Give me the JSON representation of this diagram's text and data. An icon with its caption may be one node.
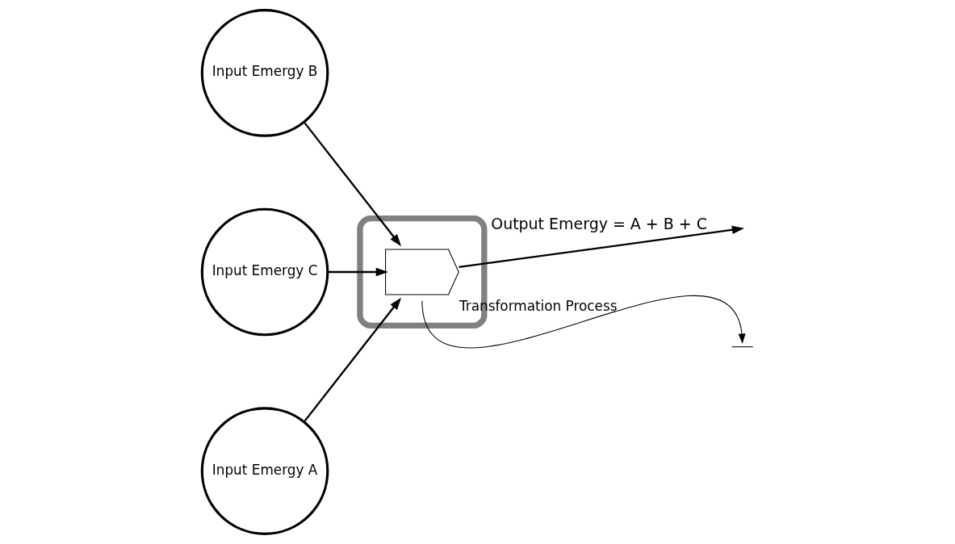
{
  "diagram": {
    "nodes": [
      {
        "text": [
          "Input Emergy B"
        ]
      },
      {
        "text": [
          "Input Emergy C"
        ]
      },
      {
        "text": [
          "Input Emergy A"
        ]
      },
      {
        "text": [],
        "shape": "box"
      },
      {
        "text": [],
        "shape": "chevron",
        "beside": [
          "Transformation Process"
        ],
        "in": 3
      },
      {
        "text": [],
        "shape": "ground"
      }
    ],
    "edges": [
      {
        "from": 0,
        "to": 4,
        "arrow": "to"
      },
      {
        "from": 1,
        "to": 4,
        "arrow": "to"
      },
      {
        "from": 2,
        "to": 4,
        "arrow": "to"
      },
      {
        "from": 4,
        "to": null,
        "arrow": "to",
        "label": "Output Emergy = A + B + C"
      },
      {
        "from": 4,
        "to": 5,
        "arrow": "to"
      }
    ]
  }
}
